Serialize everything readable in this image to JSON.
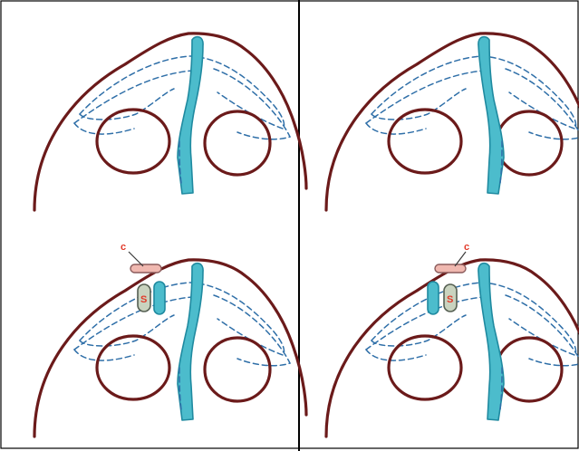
{
  "labels": {
    "c_left": "c",
    "s_left": "S",
    "c_right": "c",
    "s_right": "S"
  },
  "colors": {
    "outline": "#6b1a1a",
    "dash": "#2f6fa8",
    "septum": "#4cbccc",
    "septum_edge": "#1f8aa0",
    "graft_c": "#f0b8b0",
    "graft_s": "#c9d3bf",
    "label": "#e23a2a",
    "frame": "#000000"
  },
  "panels": [
    {
      "id": "top-left",
      "septum": "deviated-left",
      "grafts": false
    },
    {
      "id": "top-right",
      "septum": "deviated-right",
      "grafts": false
    },
    {
      "id": "bottom-left",
      "septum": "deviated-left",
      "grafts": true
    },
    {
      "id": "bottom-right",
      "septum": "deviated-right",
      "grafts": true
    }
  ]
}
